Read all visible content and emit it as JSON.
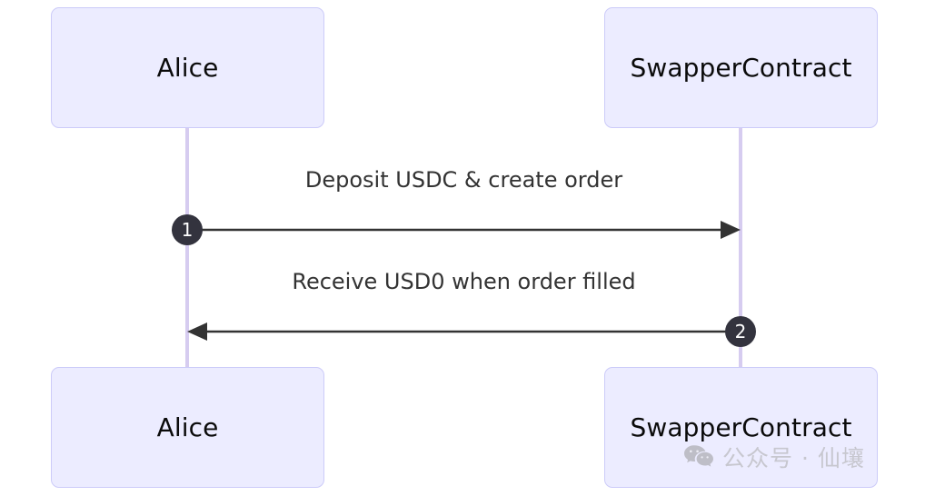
{
  "diagram": {
    "type": "sequence-diagram",
    "participants": [
      {
        "id": "alice",
        "label": "Alice"
      },
      {
        "id": "swapper",
        "label": "SwapperContract"
      }
    ],
    "messages": [
      {
        "number": "1",
        "label": "Deposit USDC & create order",
        "from": "alice",
        "to": "swapper",
        "direction": "right"
      },
      {
        "number": "2",
        "label": "Receive USD0 when order filled",
        "from": "swapper",
        "to": "alice",
        "direction": "left"
      }
    ],
    "colors": {
      "box_fill": "#ECECFF",
      "box_border": "#CCCBF9",
      "lifeline": "#D6CCF0",
      "arrow": "#333333",
      "badge_fill": "#33333E",
      "badge_text": "#FFFFFF",
      "label_text": "#333333",
      "background": "#FFFFFF"
    }
  },
  "watermark": {
    "icon": "wechat-icon",
    "text": "公众号 · 仙壤",
    "color": "#B9B9BD"
  }
}
